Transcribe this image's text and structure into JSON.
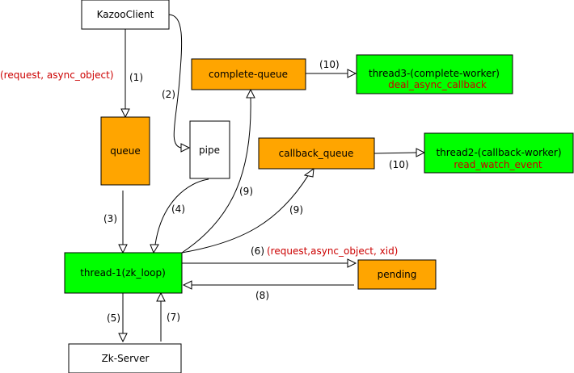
{
  "colors": {
    "orange": "#ffa500",
    "green": "#00ff00",
    "white": "#ffffff",
    "annotation_red": "#cc0000"
  },
  "nodes": {
    "kazoo_client": {
      "label": "KazooClient",
      "fill": "white"
    },
    "queue": {
      "label": "queue",
      "fill": "orange"
    },
    "pipe": {
      "label": "pipe",
      "fill": "white"
    },
    "complete_queue": {
      "label": "complete-queue",
      "fill": "orange"
    },
    "callback_queue": {
      "label": "callback_queue",
      "fill": "orange"
    },
    "thread3": {
      "label": "thread3-(complete-worker)",
      "sublabel": "deal_async_callback",
      "fill": "green"
    },
    "thread2": {
      "label": "thread2-(callback-worker)",
      "sublabel": "read_watch_event",
      "fill": "green"
    },
    "thread1": {
      "label": "thread-1(zk_loop)",
      "fill": "green"
    },
    "pending": {
      "label": "pending",
      "fill": "orange"
    },
    "zk_server": {
      "label": "Zk-Server",
      "fill": "white"
    }
  },
  "edges": {
    "e1": {
      "label": "(1)",
      "note": "(request, async_object)"
    },
    "e2": {
      "label": "(2)"
    },
    "e3": {
      "label": "(3)"
    },
    "e4": {
      "label": "(4)"
    },
    "e5": {
      "label": "(5)"
    },
    "e6": {
      "label": "(6)",
      "note": "(request,async_object, xid)"
    },
    "e7": {
      "label": "(7)"
    },
    "e8": {
      "label": "(8)"
    },
    "e9a": {
      "label": "(9)"
    },
    "e9b": {
      "label": "(9)"
    },
    "e10a": {
      "label": "(10)"
    },
    "e10b": {
      "label": "(10)"
    }
  }
}
